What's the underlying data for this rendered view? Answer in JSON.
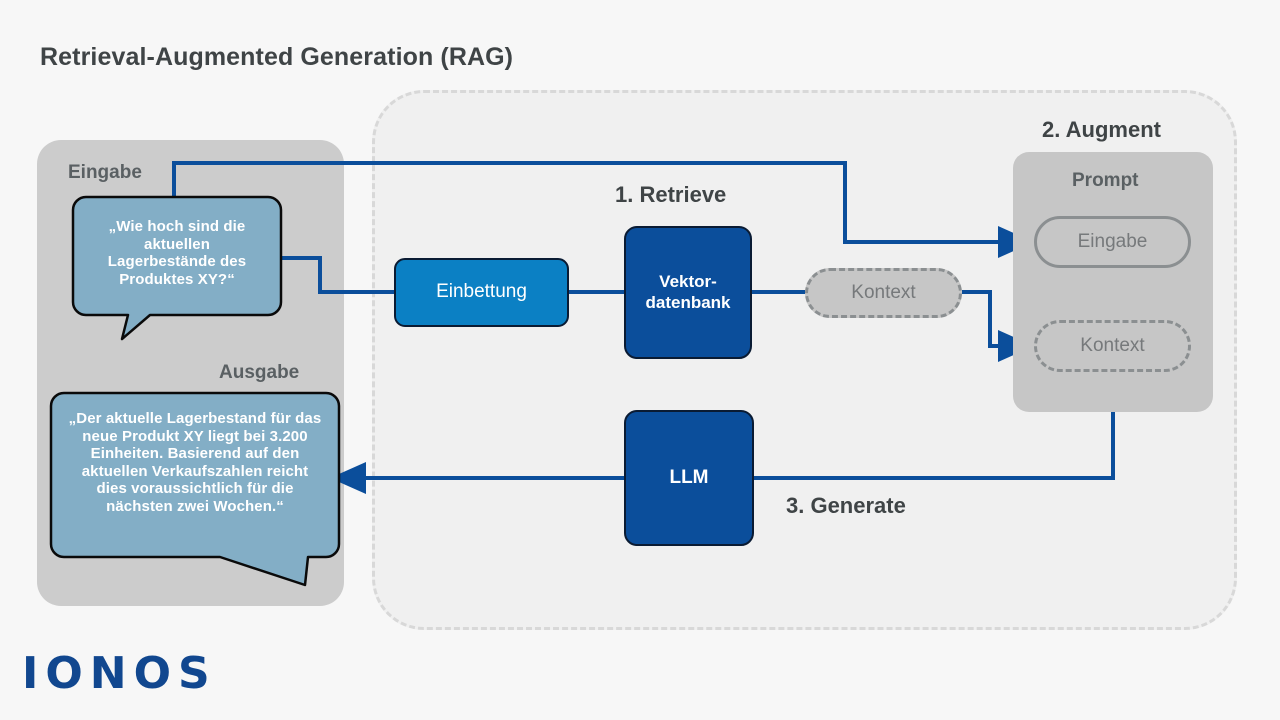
{
  "page": {
    "title": "Retrieval-Augmented Generation (RAG)",
    "brand": "IONOS",
    "accent_dark_blue": "#0b4e9b",
    "accent_light_blue": "#0b80c4",
    "bubble_fill": "#83aec6",
    "panel_gray": "#cccccc",
    "container_gray": "#f0f0f0",
    "background": "#f7f7f7",
    "text_gray": "#3f4446"
  },
  "io_panel": {
    "input_label": "Eingabe",
    "output_label": "Ausgabe",
    "input_bubble": "„Wie hoch sind die aktuellen Lagerbestände des Produktes XY?“",
    "output_bubble": "„Der aktuelle Lagerbestand für das neue Produkt XY liegt bei 3.200 Einheiten. Basierend auf den aktuellen Verkaufszahlen reicht dies voraussichtlich für die nächsten zwei Wochen.“"
  },
  "steps": {
    "retrieve": "1. Retrieve",
    "augment": "2. Augment",
    "generate": "3. Generate"
  },
  "nodes": {
    "embedding": "Einbettung",
    "vector_db": "Vektor-\ndatenbank",
    "vector_db_line1": "Vektor-",
    "vector_db_line2": "datenbank",
    "llm": "LLM",
    "context": "Kontext"
  },
  "prompt_group": {
    "title": "Prompt",
    "input_pill": "Eingabe",
    "context_pill": "Kontext"
  }
}
